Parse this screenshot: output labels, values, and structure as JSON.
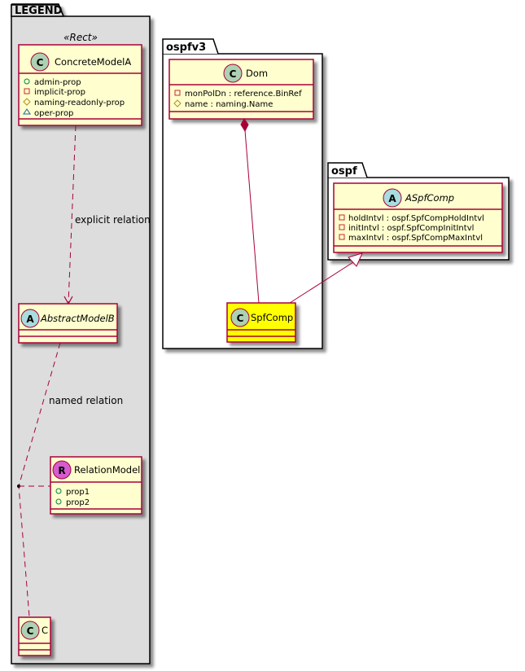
{
  "diagram": {
    "type": "uml-class-diagram",
    "colors": {
      "class_fill": "#FEFECE",
      "class_border": "#A80036",
      "highlight_fill": "#FFFF00",
      "legend_fill": "#DDDDDD",
      "class_circle": "#ADD1B2",
      "abstract_circle": "#A9DCDF",
      "relation_circle": "#D55CCF"
    },
    "packages": {
      "legend": {
        "title": "LEGEND",
        "stereotype": "«Rect»",
        "classes": {
          "concrete": {
            "kind": "C",
            "name": "ConcreteModelA",
            "attributes": [
              {
                "visibility": "public",
                "text": "admin-prop"
              },
              {
                "visibility": "private",
                "text": "implicit-prop"
              },
              {
                "visibility": "protected",
                "text": "naming-readonly-prop"
              },
              {
                "visibility": "package",
                "text": "oper-prop"
              }
            ]
          },
          "abstract": {
            "kind": "A",
            "name": "AbstractModelB",
            "attributes": []
          },
          "relation": {
            "kind": "R",
            "name": "RelationModel",
            "attributes": [
              {
                "visibility": "public",
                "text": "prop1"
              },
              {
                "visibility": "public",
                "text": "prop2"
              }
            ]
          },
          "c": {
            "kind": "C",
            "name": "C",
            "attributes": []
          }
        },
        "relations": {
          "explicit": "explicit relation",
          "named": "named relation"
        }
      },
      "ospfv3": {
        "title": "ospfv3",
        "classes": {
          "dom": {
            "kind": "C",
            "name": "Dom",
            "attributes": [
              {
                "visibility": "private",
                "text": "monPolDn : reference.BinRef"
              },
              {
                "visibility": "protected",
                "text": "name : naming.Name"
              }
            ]
          },
          "spfcomp": {
            "kind": "C",
            "name": "SpfComp",
            "highlighted": true,
            "attributes": []
          }
        }
      },
      "ospf": {
        "title": "ospf",
        "classes": {
          "aspfcomp": {
            "kind": "A",
            "name": "ASpfComp",
            "attributes": [
              {
                "visibility": "private",
                "text": "holdIntvl : ospf.SpfCompHoldIntvl"
              },
              {
                "visibility": "private",
                "text": "initIntvl : ospf.SpfCompInitIntvl"
              },
              {
                "visibility": "private",
                "text": "maxIntvl : ospf.SpfCompMaxIntvl"
              }
            ]
          }
        }
      }
    },
    "edges": [
      {
        "from": "Dom",
        "to": "SpfComp",
        "type": "composition"
      },
      {
        "from": "SpfComp",
        "to": "ASpfComp",
        "type": "generalization"
      },
      {
        "from": "ConcreteModelA",
        "to": "AbstractModelB",
        "type": "dependency",
        "label": "explicit relation"
      },
      {
        "from": "AbstractModelB",
        "to": "C",
        "type": "dependency",
        "label": "named relation",
        "association_class": "RelationModel"
      }
    ]
  }
}
